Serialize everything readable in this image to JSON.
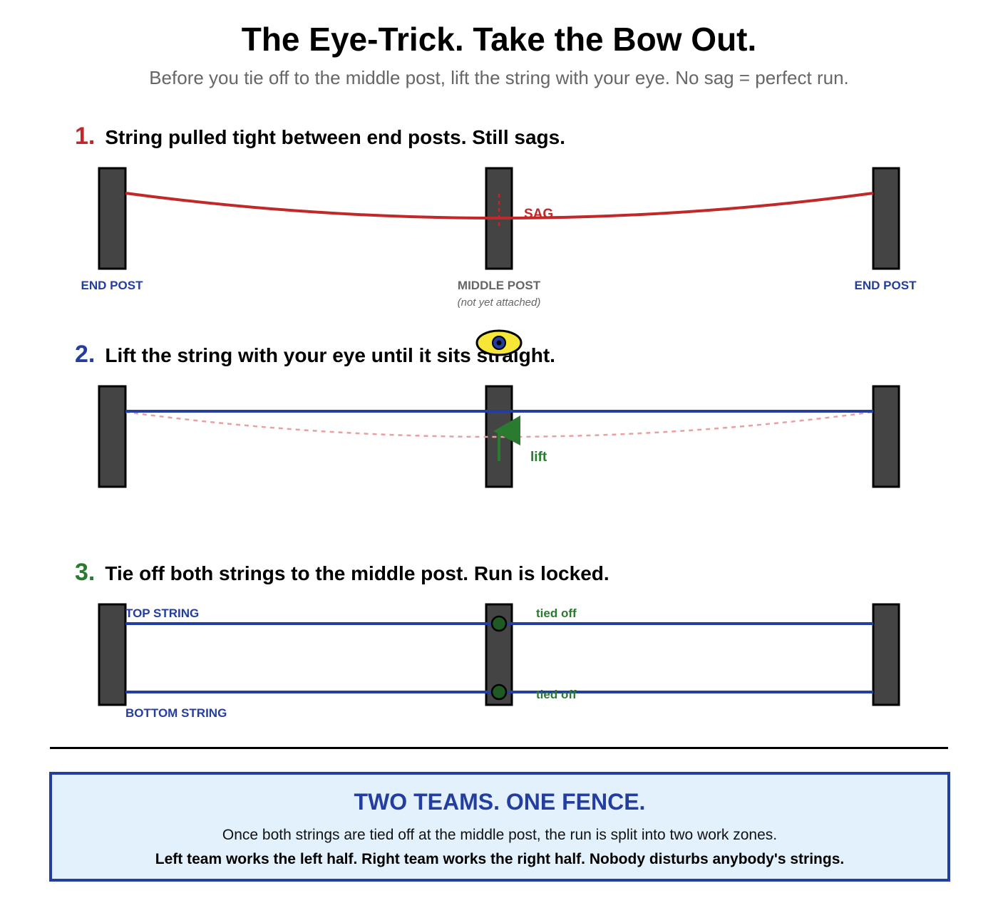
{
  "header": {
    "title": "The Eye-Trick. Take the Bow Out.",
    "subtitle": "Before you tie off to the middle post, lift the string with your eye. No sag = perfect run."
  },
  "steps": [
    {
      "number": "1.",
      "text": "String pulled tight between end posts. Still sags."
    },
    {
      "number": "2.",
      "text": "Lift the string with your eye until it sits straight."
    },
    {
      "number": "3.",
      "text": "Tie off both strings to the middle post. Run is locked."
    }
  ],
  "diagram1": {
    "sag_label": "SAG",
    "left_post_label": "END POST",
    "middle_post_label": "MIDDLE POST",
    "middle_post_note": "(not yet attached)",
    "right_post_label": "END POST"
  },
  "diagram2": {
    "lift_label": "lift"
  },
  "diagram3": {
    "top_string_label": "TOP STRING",
    "bottom_string_label": "BOTTOM STRING",
    "top_tie_label": "tied off",
    "bottom_tie_label": "tied off"
  },
  "callout": {
    "title": "TWO TEAMS. ONE FENCE.",
    "line1": "Once both strings are tied off at the middle post, the run is split into two work zones.",
    "line2": "Left team works the left half. Right team works the right half. Nobody disturbs anybody's strings."
  },
  "colors": {
    "sag_string": "#c0282a",
    "taut_string": "#243ea0",
    "lift_arrow": "#2a7a30",
    "post": "#444444",
    "eye": "#f5e637"
  }
}
